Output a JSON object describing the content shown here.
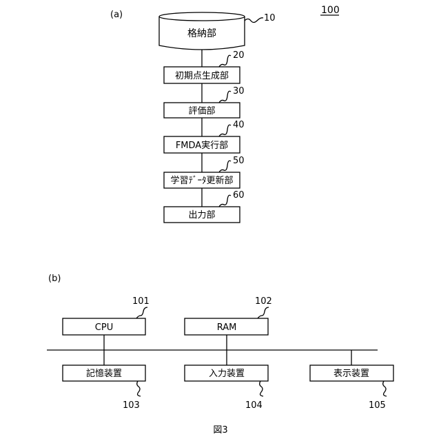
{
  "figure": {
    "caption": "図3",
    "part_a_label": "(a)",
    "part_b_label": "(b)",
    "system_ref": "100"
  },
  "part_a": {
    "storage": {
      "label": "格納部",
      "ref": "10"
    },
    "blocks": [
      {
        "label": "初期点生成部",
        "ref": "20"
      },
      {
        "label": "評価部",
        "ref": "30"
      },
      {
        "label": "FMDA実行部",
        "ref": "40"
      },
      {
        "label": "学習ﾃﾞｰﾀ更新部",
        "ref": "50"
      },
      {
        "label": "出力部",
        "ref": "60"
      }
    ]
  },
  "part_b": {
    "top_blocks": [
      {
        "label": "CPU",
        "ref": "101"
      },
      {
        "label": "RAM",
        "ref": "102"
      }
    ],
    "bottom_blocks": [
      {
        "label": "記憶装置",
        "ref": "103"
      },
      {
        "label": "入力装置",
        "ref": "104"
      },
      {
        "label": "表示装置",
        "ref": "105"
      }
    ]
  }
}
